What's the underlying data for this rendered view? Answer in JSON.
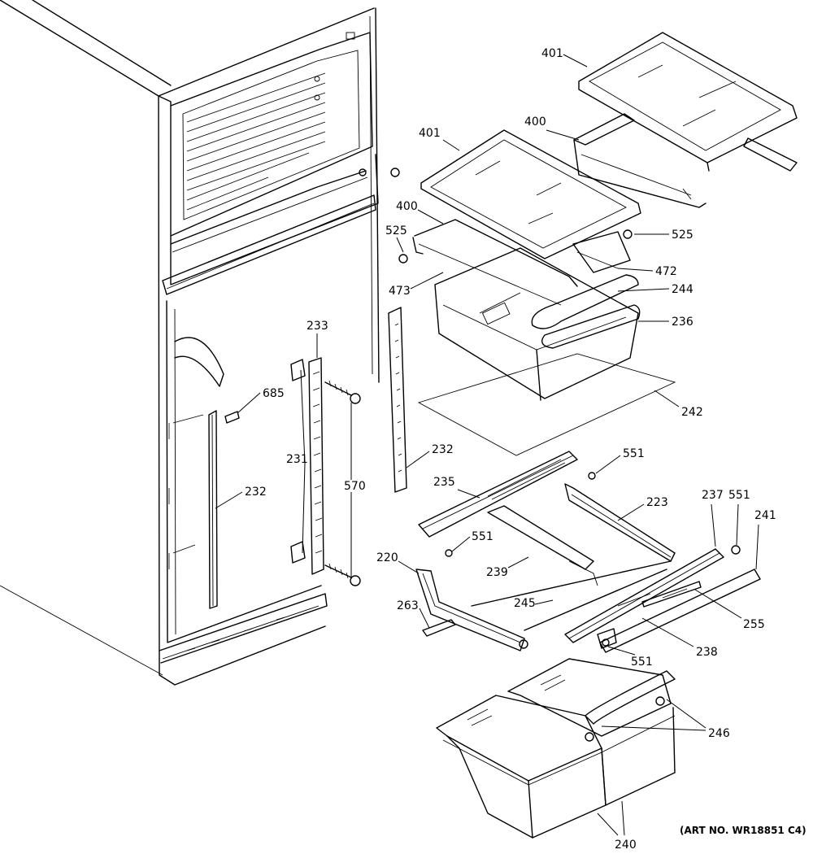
{
  "callouts": {
    "c401a": "401",
    "c401b": "401",
    "c400a": "400",
    "c400b": "400",
    "c525a": "525",
    "c525b": "525",
    "c472": "472",
    "c473": "473",
    "c244": "244",
    "c236": "236",
    "c242": "242",
    "c233": "233",
    "c685": "685",
    "c231": "231",
    "c570": "570",
    "c232a": "232",
    "c232b": "232",
    "c551a": "551",
    "c551b": "551",
    "c551c": "551",
    "c551d": "551",
    "c235": "235",
    "c223": "223",
    "c237": "237",
    "c241": "241",
    "c220": "220",
    "c239": "239",
    "c263": "263",
    "c245": "245",
    "c255": "255",
    "c238": "238",
    "c246": "246",
    "c240": "240"
  },
  "art_number": "(ART NO. WR18851 C4)"
}
